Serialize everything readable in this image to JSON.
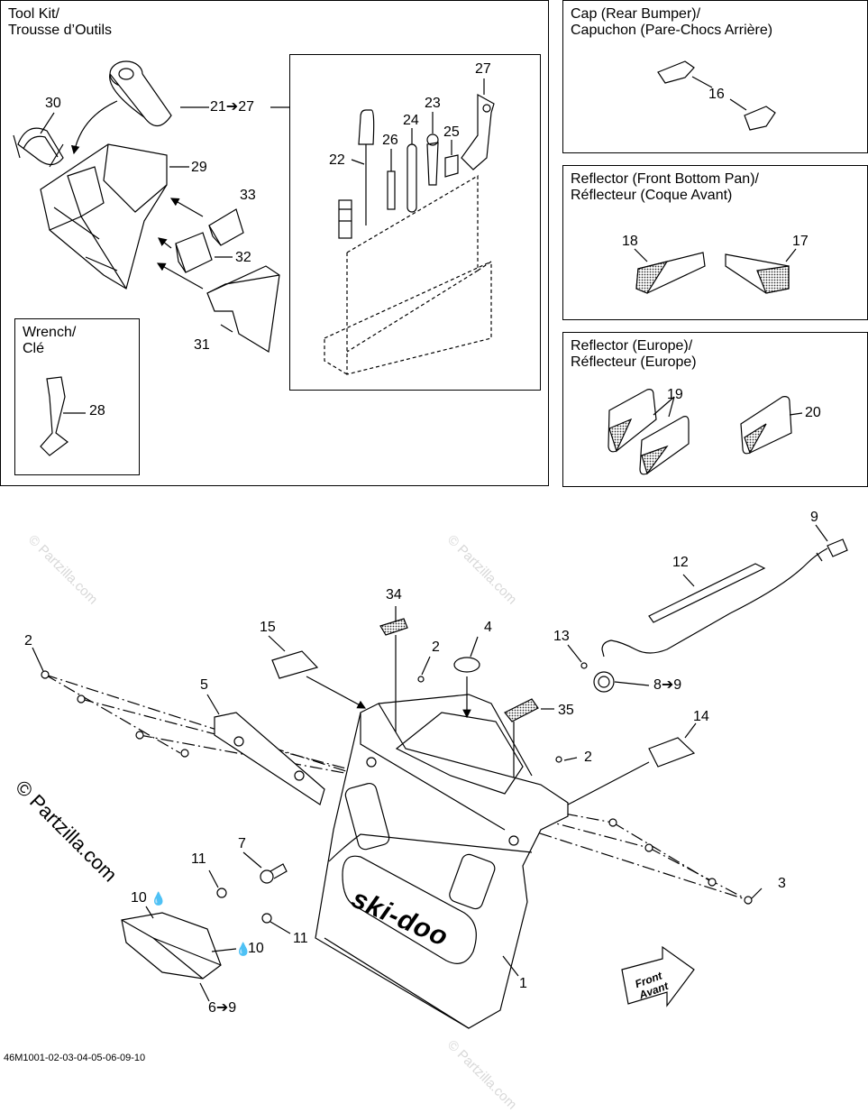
{
  "panels": {
    "tool_kit": {
      "line1": "Tool Kit/",
      "line2": "Trousse d’Outils"
    },
    "wrench": {
      "line1": "Wrench/",
      "line2": "Clé"
    },
    "cap": {
      "line1": "Cap (Rear Bumper)/",
      "line2": "Capuchon (Pare-Chocs Arrière)"
    },
    "reflector_front": {
      "line1": "Reflector (Front Bottom Pan)/",
      "line2": "Réflecteur (Coque Avant)"
    },
    "reflector_europe": {
      "line1": "Reflector (Europe)/",
      "line2": "Réflecteur (Europe)"
    }
  },
  "callouts": {
    "c30": "30",
    "c21_27": "21➔27",
    "c29": "29",
    "c33": "33",
    "c32": "32",
    "c31": "31",
    "c28": "28",
    "c27": "27",
    "c23": "23",
    "c24": "24",
    "c25": "25",
    "c26": "26",
    "c22": "22",
    "c16": "16",
    "c18": "18",
    "c17": "17",
    "c19": "19",
    "c20": "20",
    "c9": "9",
    "c12": "12",
    "c34": "34",
    "c15": "15",
    "c4": "4",
    "c2a": "2",
    "c2b": "2",
    "c2c": "2",
    "c13": "13",
    "c8_9": "8➔9",
    "c5": "5",
    "c35": "35",
    "c14": "14",
    "c7": "7",
    "c11a": "11",
    "c10a": "10",
    "c11b": "11",
    "c10b": "10",
    "c6_9": "6➔9",
    "c1": "1",
    "c3": "3"
  },
  "brand_logo": "ski-doo",
  "front_arrow": {
    "line1": "Front",
    "line2": "Avant"
  },
  "watermark": "© Partzilla.com",
  "diagram_ref": "46M1001-02-03-04-05-06-09-10"
}
